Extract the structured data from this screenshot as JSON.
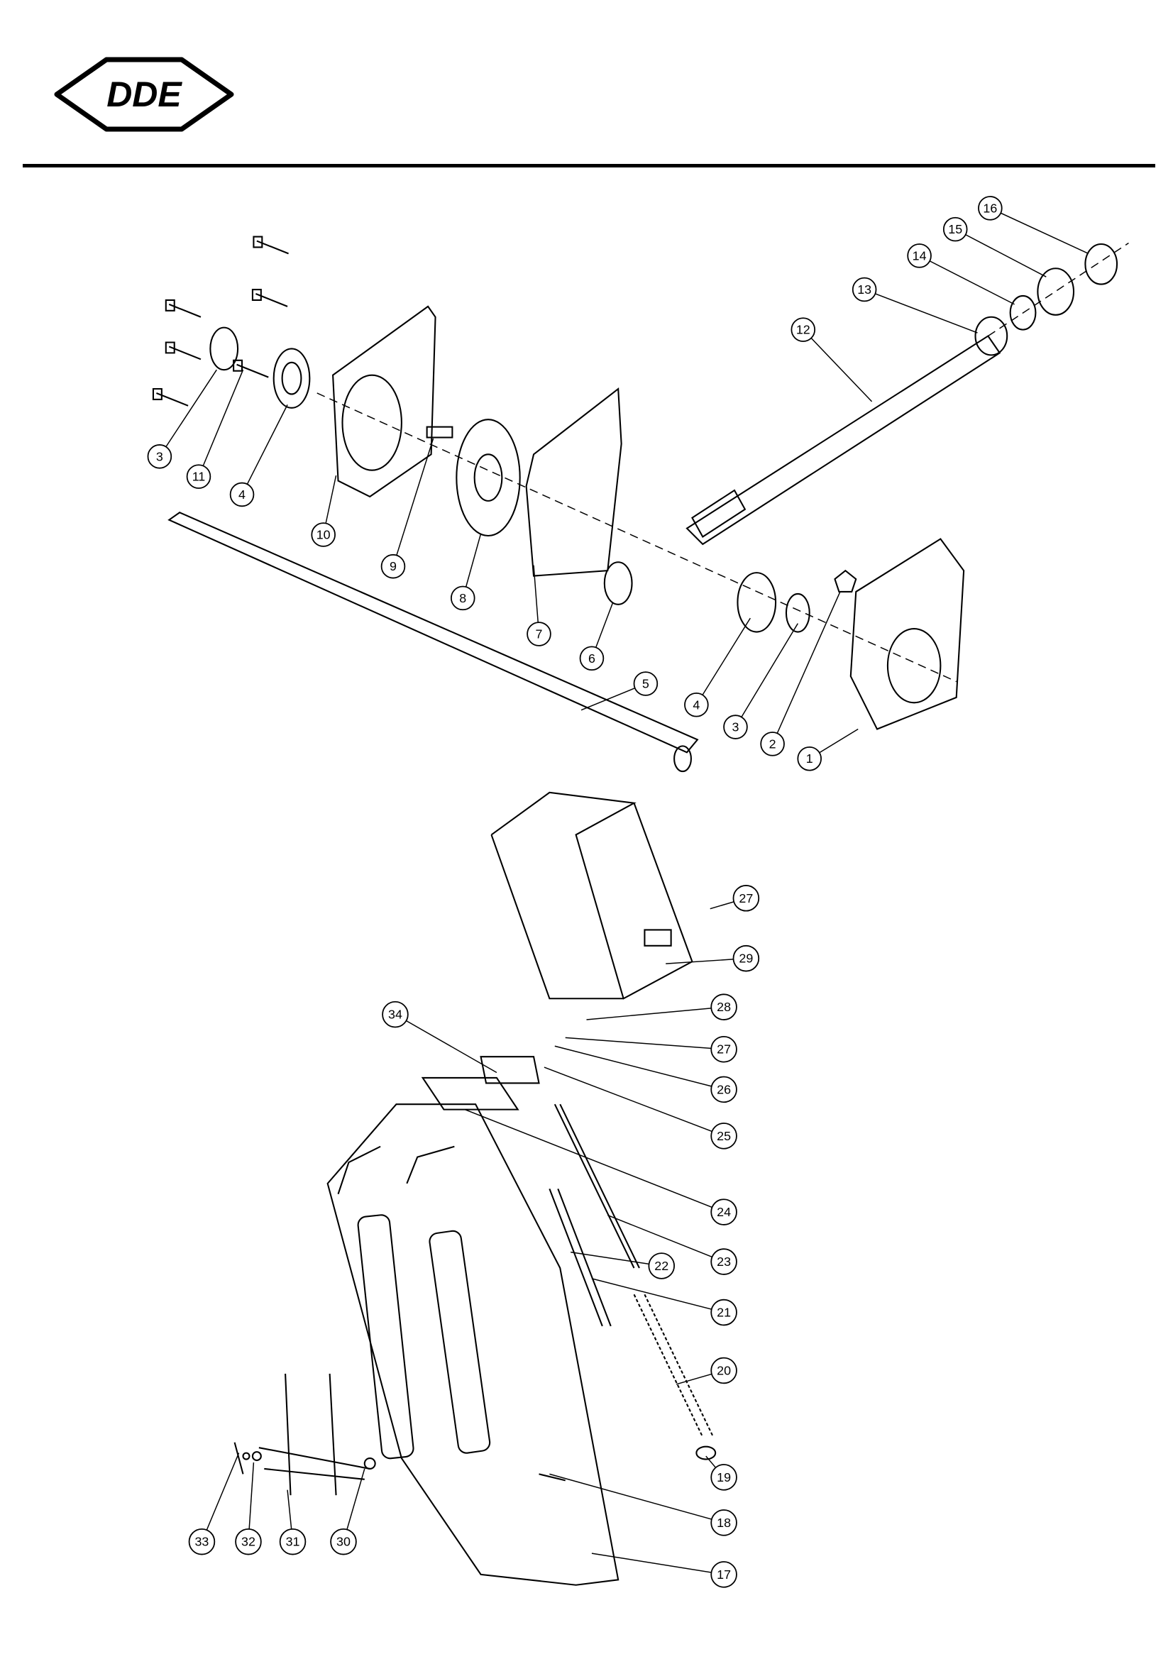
{
  "header": {
    "logo_text": "DDE"
  },
  "diagram": {
    "gearbox_callouts": [
      "1",
      "2",
      "3",
      "4",
      "5",
      "6",
      "7",
      "8",
      "9",
      "10",
      "4",
      "11",
      "3",
      "12",
      "13",
      "14",
      "15",
      "16"
    ],
    "chute_callouts": [
      "27",
      "29",
      "28",
      "27",
      "26",
      "25",
      "34",
      "24",
      "23",
      "22",
      "21",
      "20",
      "19",
      "18",
      "17",
      "33",
      "32",
      "31",
      "30"
    ]
  }
}
